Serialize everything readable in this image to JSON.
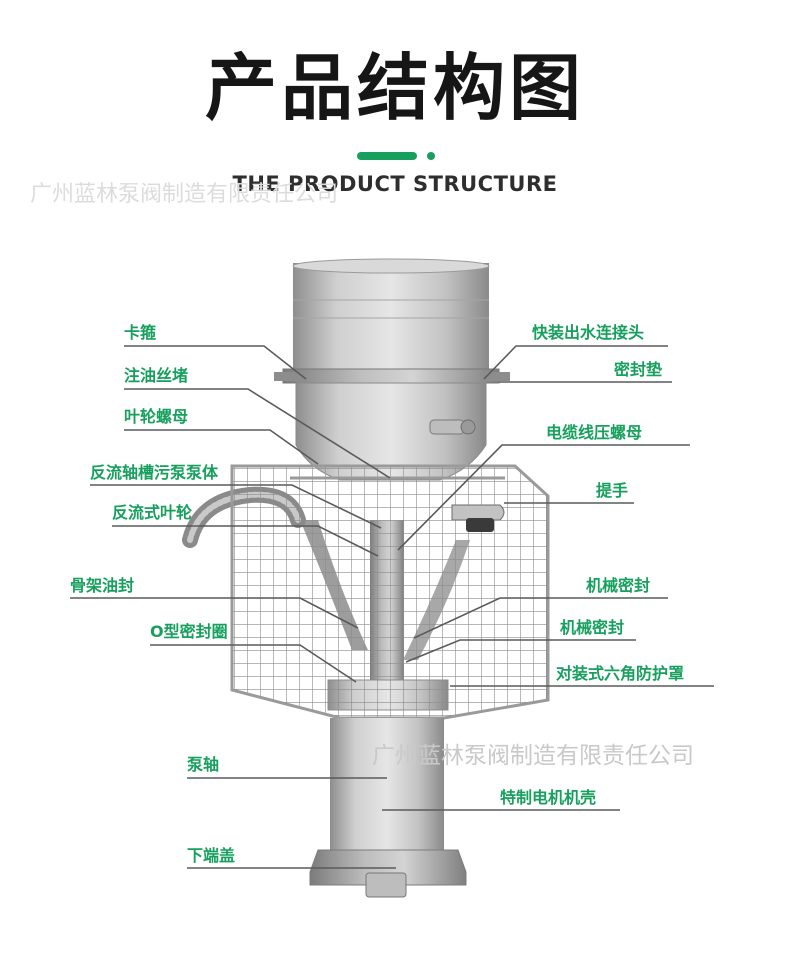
{
  "header": {
    "title": "产品结构图",
    "subtitle": "THE PRODUCT STRUCTURE"
  },
  "watermarks": [
    "广州蓝林泵阀制造有限责任公司",
    "广州蓝林泵阀制造有限责任公司"
  ],
  "colors": {
    "accent_green": "#17a05d",
    "leader_line": "#5a5a5a",
    "title_text": "#161616"
  },
  "labels_left": [
    "卡箍",
    "注油丝堵",
    "叶轮螺母",
    "反流轴槽污泵泵体",
    "反流式叶轮",
    "骨架油封",
    "O型密封圈",
    "泵轴",
    "下端盖"
  ],
  "labels_right": [
    "快装出水连接头",
    "密封垫",
    "电缆线压螺母",
    "提手",
    "机械密封",
    "机械密封",
    "对装式六角防护罩",
    "特制电机机壳"
  ]
}
